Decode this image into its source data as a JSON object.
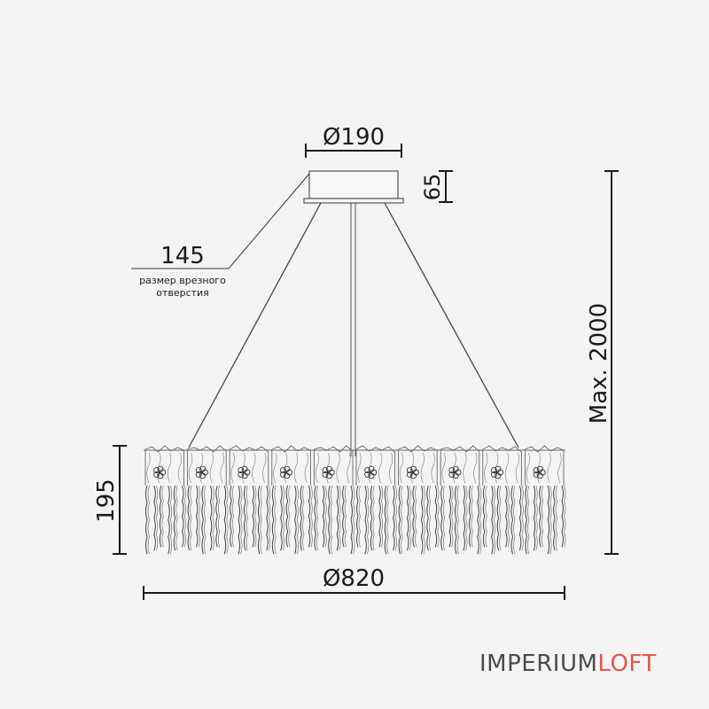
{
  "dimensions": {
    "canopy_diameter": "Ø190",
    "canopy_height": "65",
    "cutout_size": "145",
    "cutout_note_line1": "размер врезного",
    "cutout_note_line2": "отверстия",
    "body_height": "195",
    "body_diameter": "Ø820",
    "max_height": "Max. 2000"
  },
  "brand": {
    "part1": "IMPERIUM",
    "part2": "LOFT",
    "accent_color": "#e2574c"
  }
}
